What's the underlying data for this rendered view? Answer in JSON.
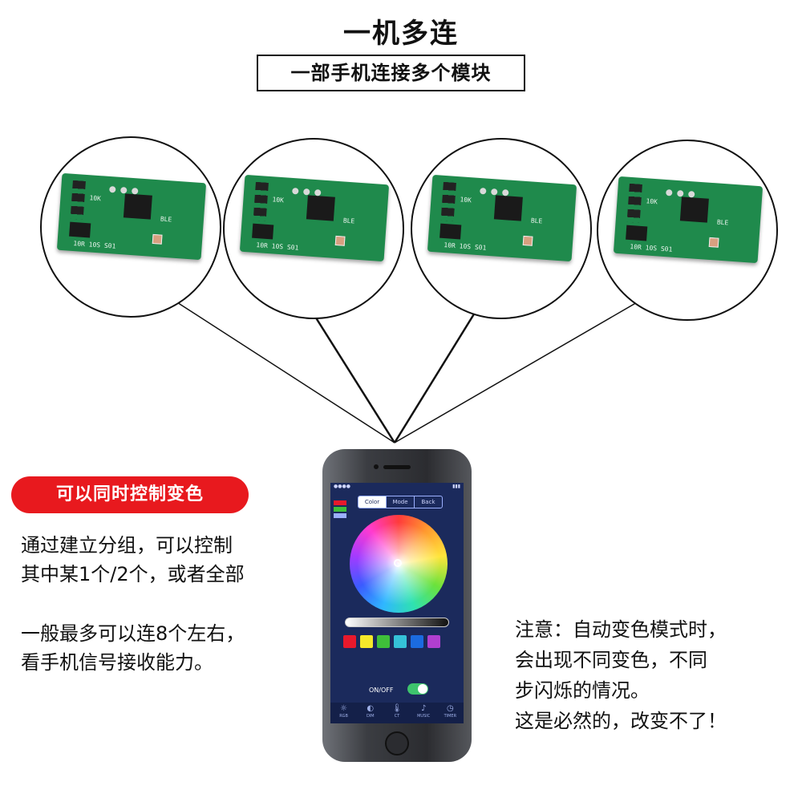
{
  "header": {
    "title": "一机多连",
    "subtitle": "一部手机连接多个模块"
  },
  "modules": [
    {
      "silk_top": "10K",
      "silk_label": "BLE",
      "silk_bottom": "10R  10S  S01"
    },
    {
      "silk_top": "10K",
      "silk_label": "BLE",
      "silk_bottom": "10R  10S  S01"
    },
    {
      "silk_top": "10K",
      "silk_label": "BLE",
      "silk_bottom": "10R  10S  S01"
    },
    {
      "silk_top": "10K",
      "silk_label": "BLE",
      "silk_bottom": "10R  10S  S01"
    }
  ],
  "feature_pill": "可以同时控制变色",
  "left_text": {
    "line1": "通过建立分组，可以控制",
    "line2": "其中某1个/2个，或者全部",
    "line3": "一般最多可以连8个左右，",
    "line4": "看手机信号接收能力。"
  },
  "right_text": {
    "line1": "注意：自动变色模式时，",
    "line2": "会出现不同变色，不同",
    "line3": "步闪烁的情况。",
    "line4": "这是必然的，改变不了！"
  },
  "phone": {
    "tabs": [
      "Color",
      "Mode",
      "Back"
    ],
    "active_tab": "Color",
    "power_label": "ON/OFF",
    "power_on": true,
    "swatch_colors": [
      "#e8192c",
      "#f5e92a",
      "#3fbf3a",
      "#35c2d8",
      "#1b6be0",
      "#b03fd0"
    ],
    "wheel_dot_color": "#ff9bd8",
    "bottom_tabs": [
      {
        "icon": "brightness-icon",
        "label": "RGB"
      },
      {
        "icon": "dim-icon",
        "label": "DIM"
      },
      {
        "icon": "thermometer-icon",
        "label": "CT"
      },
      {
        "icon": "music-note-icon",
        "label": "MUSIC"
      },
      {
        "icon": "timer-icon",
        "label": "TIMER"
      }
    ]
  }
}
